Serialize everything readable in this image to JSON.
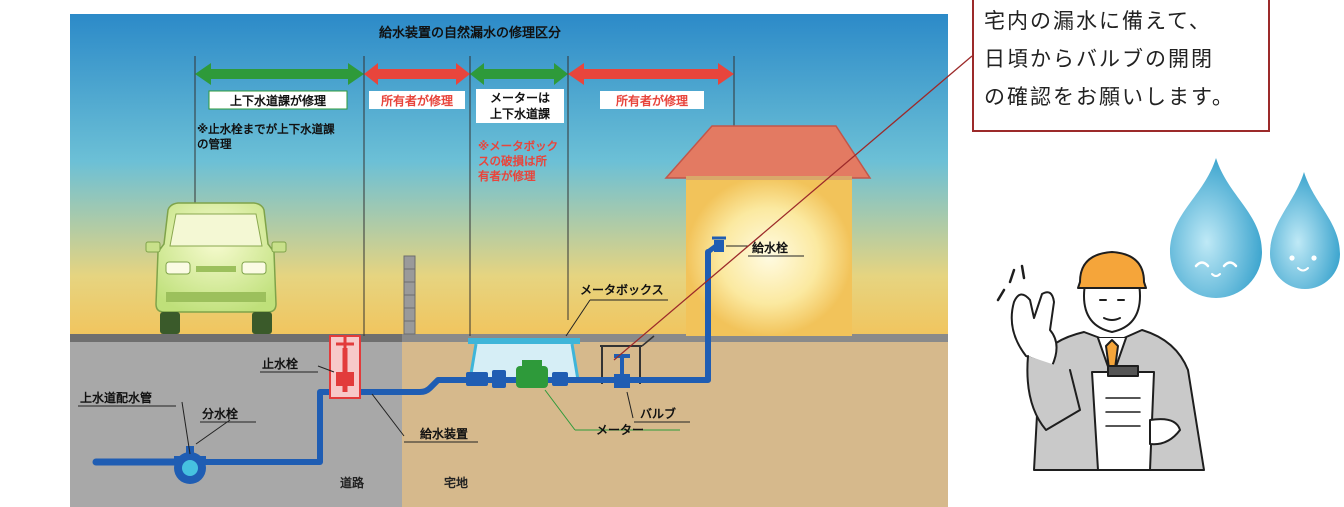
{
  "diagram": {
    "title": "給水装置の自然漏水の修理区分",
    "zones": {
      "utility": "上下水道課が修理",
      "owner_left": "所有者が修理",
      "meter": [
        "メーターは",
        "上下水道課"
      ],
      "owner_right": "所有者が修理"
    },
    "notes": {
      "utility_note": [
        "※止水栓までが上下水道課",
        "の管理"
      ],
      "meter_note": [
        "※メータボック",
        "スの破損は所",
        "有者が修理"
      ]
    },
    "labels": {
      "main_pipe": "上水道配水管",
      "branch_valve": "分水栓",
      "stop_valve": "止水栓",
      "supply_device": "給水装置",
      "meter_box": "メータボックス",
      "valve": "バルブ",
      "meter": "メーター",
      "faucet": "給水栓",
      "road": "道路",
      "residence": "宅地"
    },
    "colors": {
      "green_arrow": "#2e9a3a",
      "red_arrow": "#e8453c",
      "pipe": "#1f5db3",
      "red_pipe": "#e23b3b",
      "road": "#a8a8a8",
      "soil": "#d6b98c",
      "callout_border": "#9c2a2a"
    }
  },
  "callout": {
    "lines": [
      "宅内の漏水に備えて、",
      "日頃からバルブの開閉",
      "の確認をお願いします。"
    ]
  }
}
